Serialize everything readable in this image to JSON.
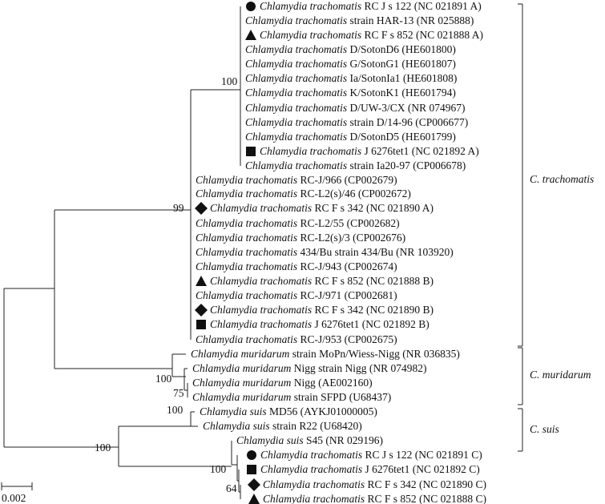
{
  "tree": {
    "leaves": [
      {
        "species": "Chlamydia trachomatis",
        "label": "RC J s 122 (NC 021891 A)",
        "marker": "circle"
      },
      {
        "species": "Chlamydia trachomatis",
        "label": "strain HAR-13 (NR 025888)",
        "marker": ""
      },
      {
        "species": "Chlamydia trachomatis",
        "label": "RC F s 852 (NC 021888 A)",
        "marker": "triangle"
      },
      {
        "species": "Chlamydia trachomatis",
        "label": "D/SotonD6 (HE601800)",
        "marker": ""
      },
      {
        "species": "Chlamydia trachomatis",
        "label": "G/SotonG1 (HE601807)",
        "marker": ""
      },
      {
        "species": "Chlamydia trachomatis",
        "label": "Ia/SotonIa1 (HE601808)",
        "marker": ""
      },
      {
        "species": "Chlamydia trachomatis",
        "label": "K/SotonK1 (HE601794)",
        "marker": ""
      },
      {
        "species": "Chlamydia trachomatis",
        "label": "D/UW-3/CX (NR 074967)",
        "marker": ""
      },
      {
        "species": "Chlamydia trachomatis",
        "label": "strain D/14-96 (CP006677)",
        "marker": ""
      },
      {
        "species": "Chlamydia trachomatis",
        "label": "D/SotonD5 (HE601799)",
        "marker": ""
      },
      {
        "species": "Chlamydia trachomatis",
        "label": "J 6276tet1 (NC 021892 A)",
        "marker": "square"
      },
      {
        "species": "Chlamydia trachomatis",
        "label": "strain Ia20-97 (CP006678)",
        "marker": ""
      },
      {
        "species": "Chlamydia trachomatis",
        "label": "RC-J/966 (CP002679)",
        "marker": ""
      },
      {
        "species": "Chlamydia trachomatis",
        "label": "RC-L2(s)/46 (CP002672)",
        "marker": ""
      },
      {
        "species": "Chlamydia trachomatis",
        "label": "RC F s 342 (NC 021890 A)",
        "marker": "diamond"
      },
      {
        "species": "Chlamydia trachomatis",
        "label": "RC-L2/55 (CP002682)",
        "marker": ""
      },
      {
        "species": "Chlamydia trachomatis",
        "label": "RC-L2(s)/3 (CP002676)",
        "marker": ""
      },
      {
        "species": "Chlamydia trachomatis",
        "label": "434/Bu strain 434/Bu (NR 103920)",
        "marker": ""
      },
      {
        "species": "Chlamydia trachomatis",
        "label": "RC-J/943 (CP002674)",
        "marker": ""
      },
      {
        "species": "Chlamydia trachomatis",
        "label": "RC F s 852 (NC 021888 B)",
        "marker": "triangle"
      },
      {
        "species": "Chlamydia trachomatis",
        "label": "RC-J/971 (CP002681)",
        "marker": ""
      },
      {
        "species": "Chlamydia trachomatis",
        "label": "RC F s 342 (NC 021890 B)",
        "marker": "diamond"
      },
      {
        "species": "Chlamydia trachomatis",
        "label": "J 6276tet1 (NC 021892 B)",
        "marker": "square"
      },
      {
        "species": "Chlamydia trachomatis",
        "label": "RC-J/953 (CP002675)",
        "marker": ""
      },
      {
        "species": "Chlamydia muridarum",
        "label": "strain MoPn/Wiess-Nigg (NR 036835)",
        "marker": ""
      },
      {
        "species": "Chlamydia muridarum",
        "label": "Nigg strain Nigg (NR 074982)",
        "marker": ""
      },
      {
        "species": "Chlamydia muridarum",
        "label": "Nigg (AE002160)",
        "marker": ""
      },
      {
        "species": "Chlamydia muridarum",
        "label": "strain SFPD (U68437)",
        "marker": ""
      },
      {
        "species": "Chlamydia suis",
        "label": "MD56 (AYKJ01000005)",
        "marker": ""
      },
      {
        "species": "Chlamydia suis",
        "label": "strain R22 (U68420)",
        "marker": ""
      },
      {
        "species": "Chlamydia suis",
        "label": "S45 (NR 029196)",
        "marker": ""
      },
      {
        "species": "Chlamydia trachomatis",
        "label": "RC J s 122 (NC 021891 C)",
        "marker": "circle"
      },
      {
        "species": "Chlamydia trachomatis",
        "label": "J 6276tet1 (NC 021892 C)",
        "marker": "square"
      },
      {
        "species": "Chlamydia trachomatis",
        "label": "RC F s 342 (NC 021890 C)",
        "marker": "diamond"
      },
      {
        "species": "Chlamydia trachomatis",
        "label": "RC F s 852 (NC 021888 C)",
        "marker": "triangle"
      }
    ],
    "bootstrap": [
      "100",
      "99",
      "100",
      "75",
      "100",
      "100",
      "100",
      "64"
    ],
    "clades": [
      "C. trachomatis",
      "C. muridarum",
      "C. suis"
    ],
    "scale_label": "0.002"
  }
}
